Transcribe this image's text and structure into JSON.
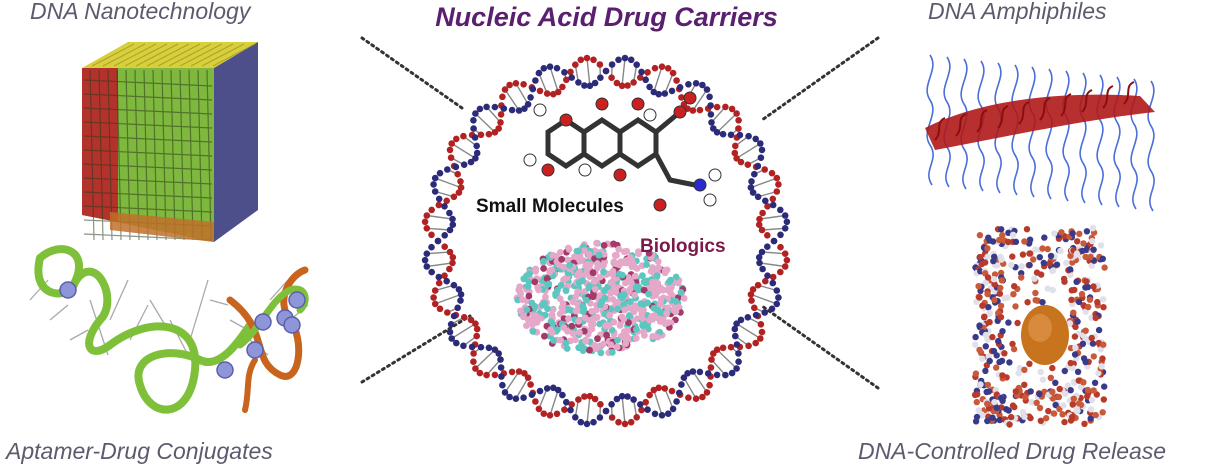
{
  "title": "Nucleic Acid Drug Carriers",
  "corners": {
    "top_left": "DNA Nanotechnology",
    "top_right": "DNA Amphiphiles",
    "bottom_left": "Aptamer-Drug Conjugates",
    "bottom_right": "DNA-Controlled Drug Release"
  },
  "center": {
    "small_molecules": "Small Molecules",
    "biologics": "Biologics"
  },
  "colors": {
    "title": "#5a1f6e",
    "corner_labels": "#5b5b6e",
    "biologics_label": "#7a1a4a",
    "dna_red": "#b22222",
    "dna_blue": "#2b2b7a",
    "cube_green": "#7fb83f",
    "cube_yellow": "#e8e04a",
    "amphiphile_blue": "#4a6fd8",
    "amphiphile_red": "#b01818",
    "aptamer_green": "#7fc03a",
    "aptamer_orange": "#c8641e",
    "cage_core": "#c8741e",
    "protein_pink": "#e6a8c8",
    "protein_teal": "#5cc6c0"
  }
}
